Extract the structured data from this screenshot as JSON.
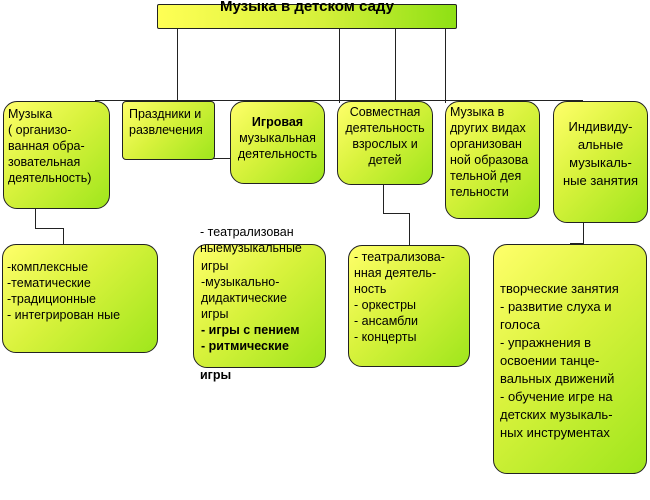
{
  "title": "Музыка в детском саду",
  "categories": {
    "music_organized": "Музыка\n ( организо-\nванная обра-\nзовательная\nдеятельность)",
    "holidays": "Праздники и\nразвлечения",
    "game_title": "Игровая",
    "game_rest": "музыкальная\nдеятельность",
    "joint": "Совместная\nдеятельность\nвзрослых и\nдетей",
    "other_activities": "Музыка в\nдругих видах\nорганизован\nной образова\nтельной дея\nтельности",
    "individual": "Индивиду-\nальные\nмузыкаль-\nные занятия"
  },
  "details": {
    "music_organized": "-комплексные\n-тематические\n-традиционные\n- интегрирован ные",
    "game_overflow": "- театрализован\nныемузыкальные",
    "game_normal": "игры\n-музыкально-\nдидактические\nигры",
    "game_bold": "- игры с пением\n- ритмические",
    "game_tail": "игры",
    "joint": "- театрализова-\nнная деятель-\nность\n- оркестры\n- ансамбли\n- концерты",
    "individual": "творческие занятия\n- развитие слуха и\nголоса\n- упражнения в\nосвоении танце-\nвальных движений\n- обучение игре на\nдетских музыкаль-\nных инструментах"
  }
}
